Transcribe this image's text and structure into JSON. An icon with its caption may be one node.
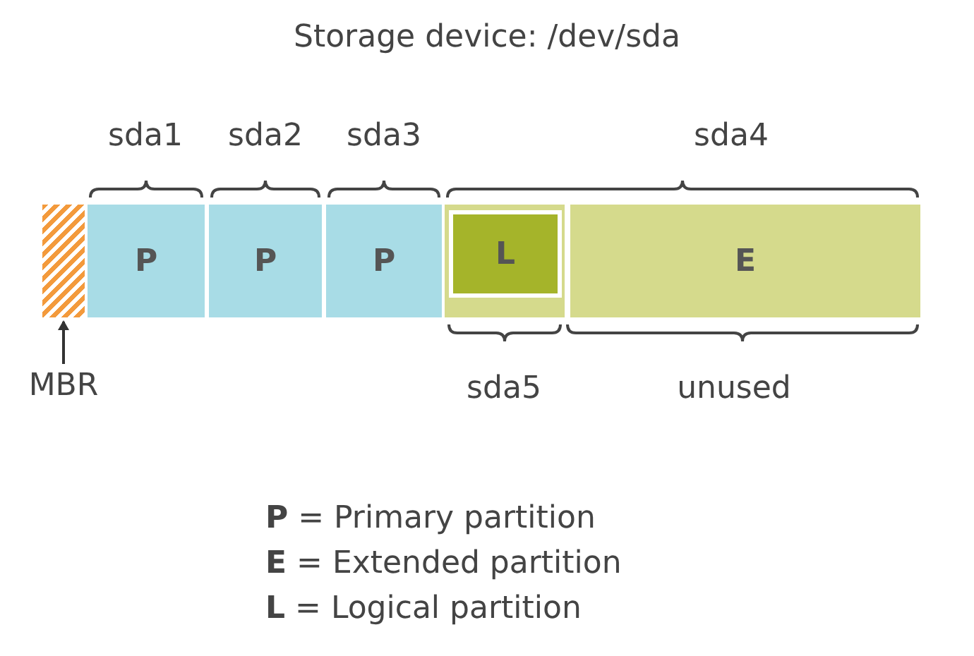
{
  "diagram": {
    "title": "Storage device: /dev/sda",
    "nodes": [
      {
        "text": [],
        "shape": "box"
      },
      {
        "text": [
          "P"
        ],
        "beside": [
          "sda1"
        ]
      },
      {
        "text": [
          "P"
        ],
        "beside": [
          "sda2"
        ]
      },
      {
        "text": [
          "P"
        ],
        "beside": [
          "sda3"
        ]
      },
      {
        "text": [],
        "shape": "bar",
        "beside": [
          "sda4"
        ]
      },
      {
        "text": [
          "L"
        ],
        "in": 4,
        "beside": [
          "sda5"
        ]
      },
      {
        "text": [
          "E"
        ],
        "in": 4,
        "beside": [
          "unused"
        ]
      },
      {
        "text": [
          "MBR"
        ]
      }
    ],
    "edges": [
      {
        "from": 7,
        "to": 0,
        "arrow": "to"
      }
    ],
    "labels": [
      "**P** = Primary partition",
      "**E** = Extended partition",
      "**L** = Logical partition"
    ]
  }
}
